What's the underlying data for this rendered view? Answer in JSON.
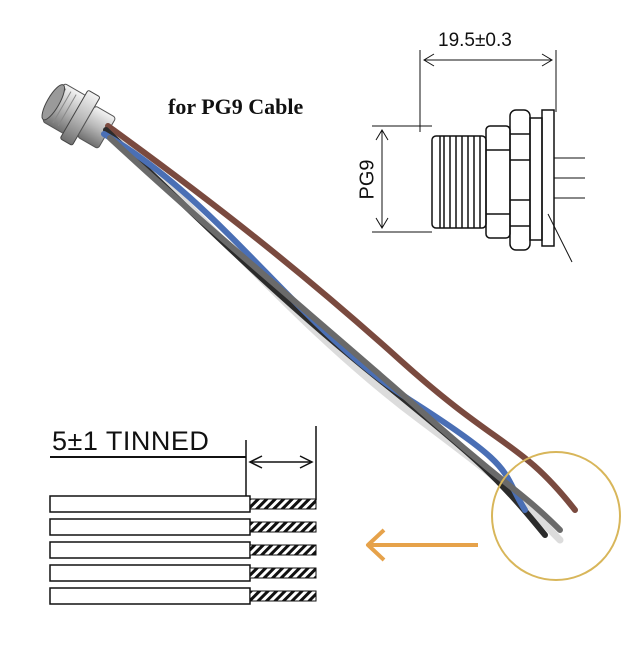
{
  "title": "for PG9 Cable",
  "dimensions": {
    "length_label": "19.5±0.3",
    "thread_label": "PG9",
    "tinned_label": "5±1 TINNED"
  },
  "wire_colors": {
    "brown": "#7a4a3f",
    "blue": "#4a6fb5",
    "gray": "#5e5e5e",
    "black": "#2b2b2b",
    "white": "#d8d8d8"
  },
  "accent_colors": {
    "arrow": "#e6a24a",
    "circle": "#d8b65a"
  }
}
